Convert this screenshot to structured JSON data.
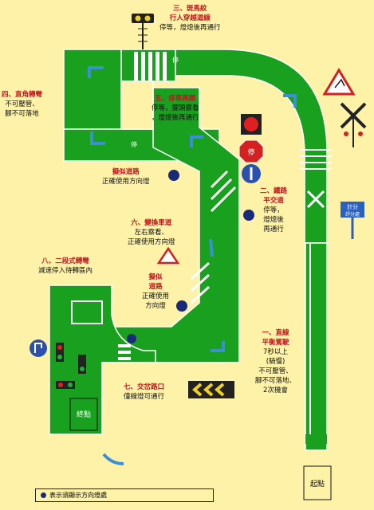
{
  "labels": {
    "s3": {
      "heading": "三、斑馬紋",
      "heading2": "行人穿越道線",
      "body": "停等，燈熄後再通行"
    },
    "s4": {
      "heading": "四、直角轉彎",
      "body": [
        "不可壓管、",
        "腳不可落地"
      ]
    },
    "s5": {
      "heading": "五、停車再開",
      "body": [
        "停等，擺頭察看",
        "，燈熄後再通行"
      ]
    },
    "sim_road1": {
      "heading": "擬似道路",
      "body": [
        "正確使用方向燈"
      ]
    },
    "s2": {
      "heading": "二、鐵路",
      "heading2": "平交道",
      "body": [
        "停等，",
        "燈熄後",
        "再通行"
      ]
    },
    "s6": {
      "heading": "六、變換車道",
      "body": [
        "左右察看、",
        "正確使用方向燈"
      ]
    },
    "s8": {
      "heading": "八、二段式轉彎",
      "body": [
        "減速停入待轉區內"
      ]
    },
    "sim_road2": {
      "heading": "擬似",
      "heading2": "道路",
      "body": [
        "正確使用",
        "方向燈"
      ]
    },
    "s1": {
      "heading": "一、直線",
      "heading2": "平衡駕駛",
      "body": [
        "7秒以上",
        "(騎慢)",
        "不可壓管、",
        "腳不可落地、",
        "2次機會"
      ]
    },
    "s7": {
      "heading": "七、交岔路口",
      "body": [
        "僅線燈可通行"
      ]
    }
  },
  "signs": {
    "stop_sign_text": "停",
    "end_box_text": "終點",
    "start_box_text": "起點",
    "score_box_text": "計分",
    "score_box_text2": "評分處",
    "stop_line_text": "停"
  },
  "legend": {
    "text": "表示須顯示方向燈處"
  },
  "colors": {
    "road": "#1aa01f",
    "road_edge": "#ffffff",
    "background": "#fdf2a8",
    "arrow": "#3a8fd6",
    "heading": "#c0141c",
    "marker": "#1a2a7a"
  }
}
